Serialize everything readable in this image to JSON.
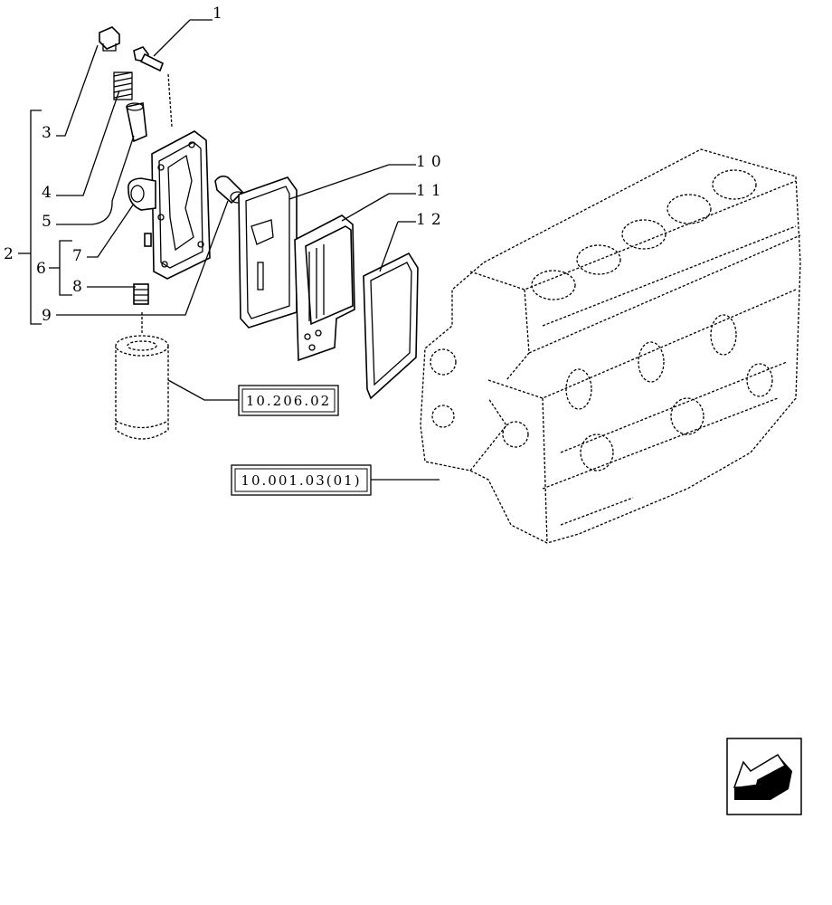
{
  "callouts": {
    "c1": "1",
    "c2": "2",
    "c3": "3",
    "c4": "4",
    "c5": "5",
    "c6": "6",
    "c7": "7",
    "c8": "8",
    "c9": "9",
    "c10": "10",
    "c11": "11",
    "c12": "12"
  },
  "references": {
    "oil_filter_ref": "10.206.02",
    "engine_block_ref": "10.001.03(01)"
  },
  "nav": {
    "icon": "back-arrow-icon"
  }
}
